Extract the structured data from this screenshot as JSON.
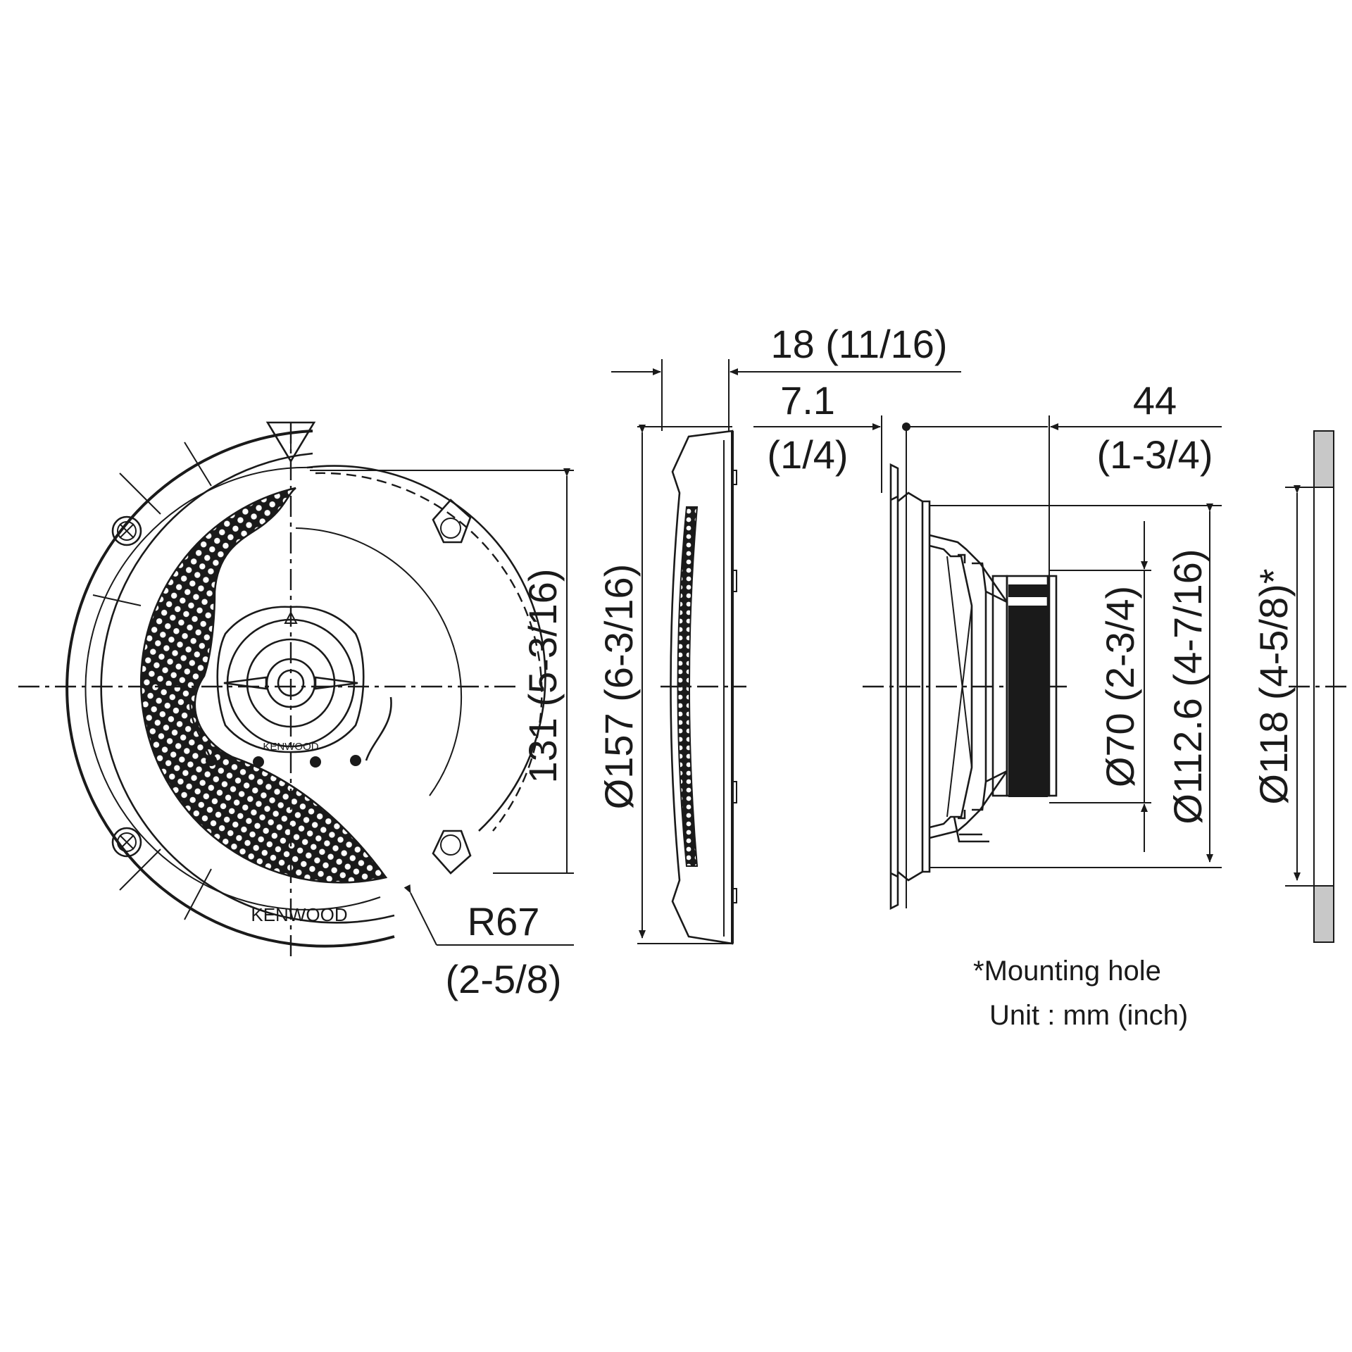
{
  "labels": {
    "height_mm": "131 (5-3/16)",
    "outer_dia": "Ø157 (6-3/16)",
    "radius_top": "R67",
    "radius_bottom": "(2-5/8)",
    "flange_thick": "18 (11/16)",
    "depth_7_top": "7.1",
    "depth_7_bottom": "(1/4)",
    "depth_44_top": "44",
    "depth_44_bottom": "(1-3/4)",
    "magnet_dia": "Ø70 (2-3/4)",
    "frame_dia": "Ø112.6 (4-7/16)",
    "mount_dia": "Ø118 (4-5/8)*"
  },
  "notes": {
    "mounting": "*Mounting hole",
    "unit": "Unit : mm (inch)"
  },
  "brand": {
    "grille": "KENWOOD",
    "cap": "KENWOOD"
  },
  "colors": {
    "line": "#1a1a1a",
    "panel": "#c8c8c8",
    "background": "#ffffff"
  }
}
